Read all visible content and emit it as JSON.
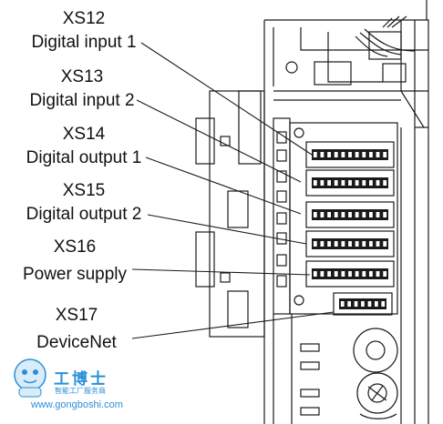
{
  "labels": [
    {
      "code": "XS12",
      "desc": "Digital input 1"
    },
    {
      "code": "XS13",
      "desc": "Digital input 2"
    },
    {
      "code": "XS14",
      "desc": "Digital output 1"
    },
    {
      "code": "XS15",
      "desc": "Digital output 2"
    },
    {
      "code": "XS16",
      "desc": "Power supply"
    },
    {
      "code": "XS17",
      "desc": "DeviceNet"
    }
  ],
  "watermark": {
    "brand": "工博士",
    "tagline": "智能工厂服务商",
    "url": "www.gongboshi.com",
    "color": "#2a8fd6"
  }
}
